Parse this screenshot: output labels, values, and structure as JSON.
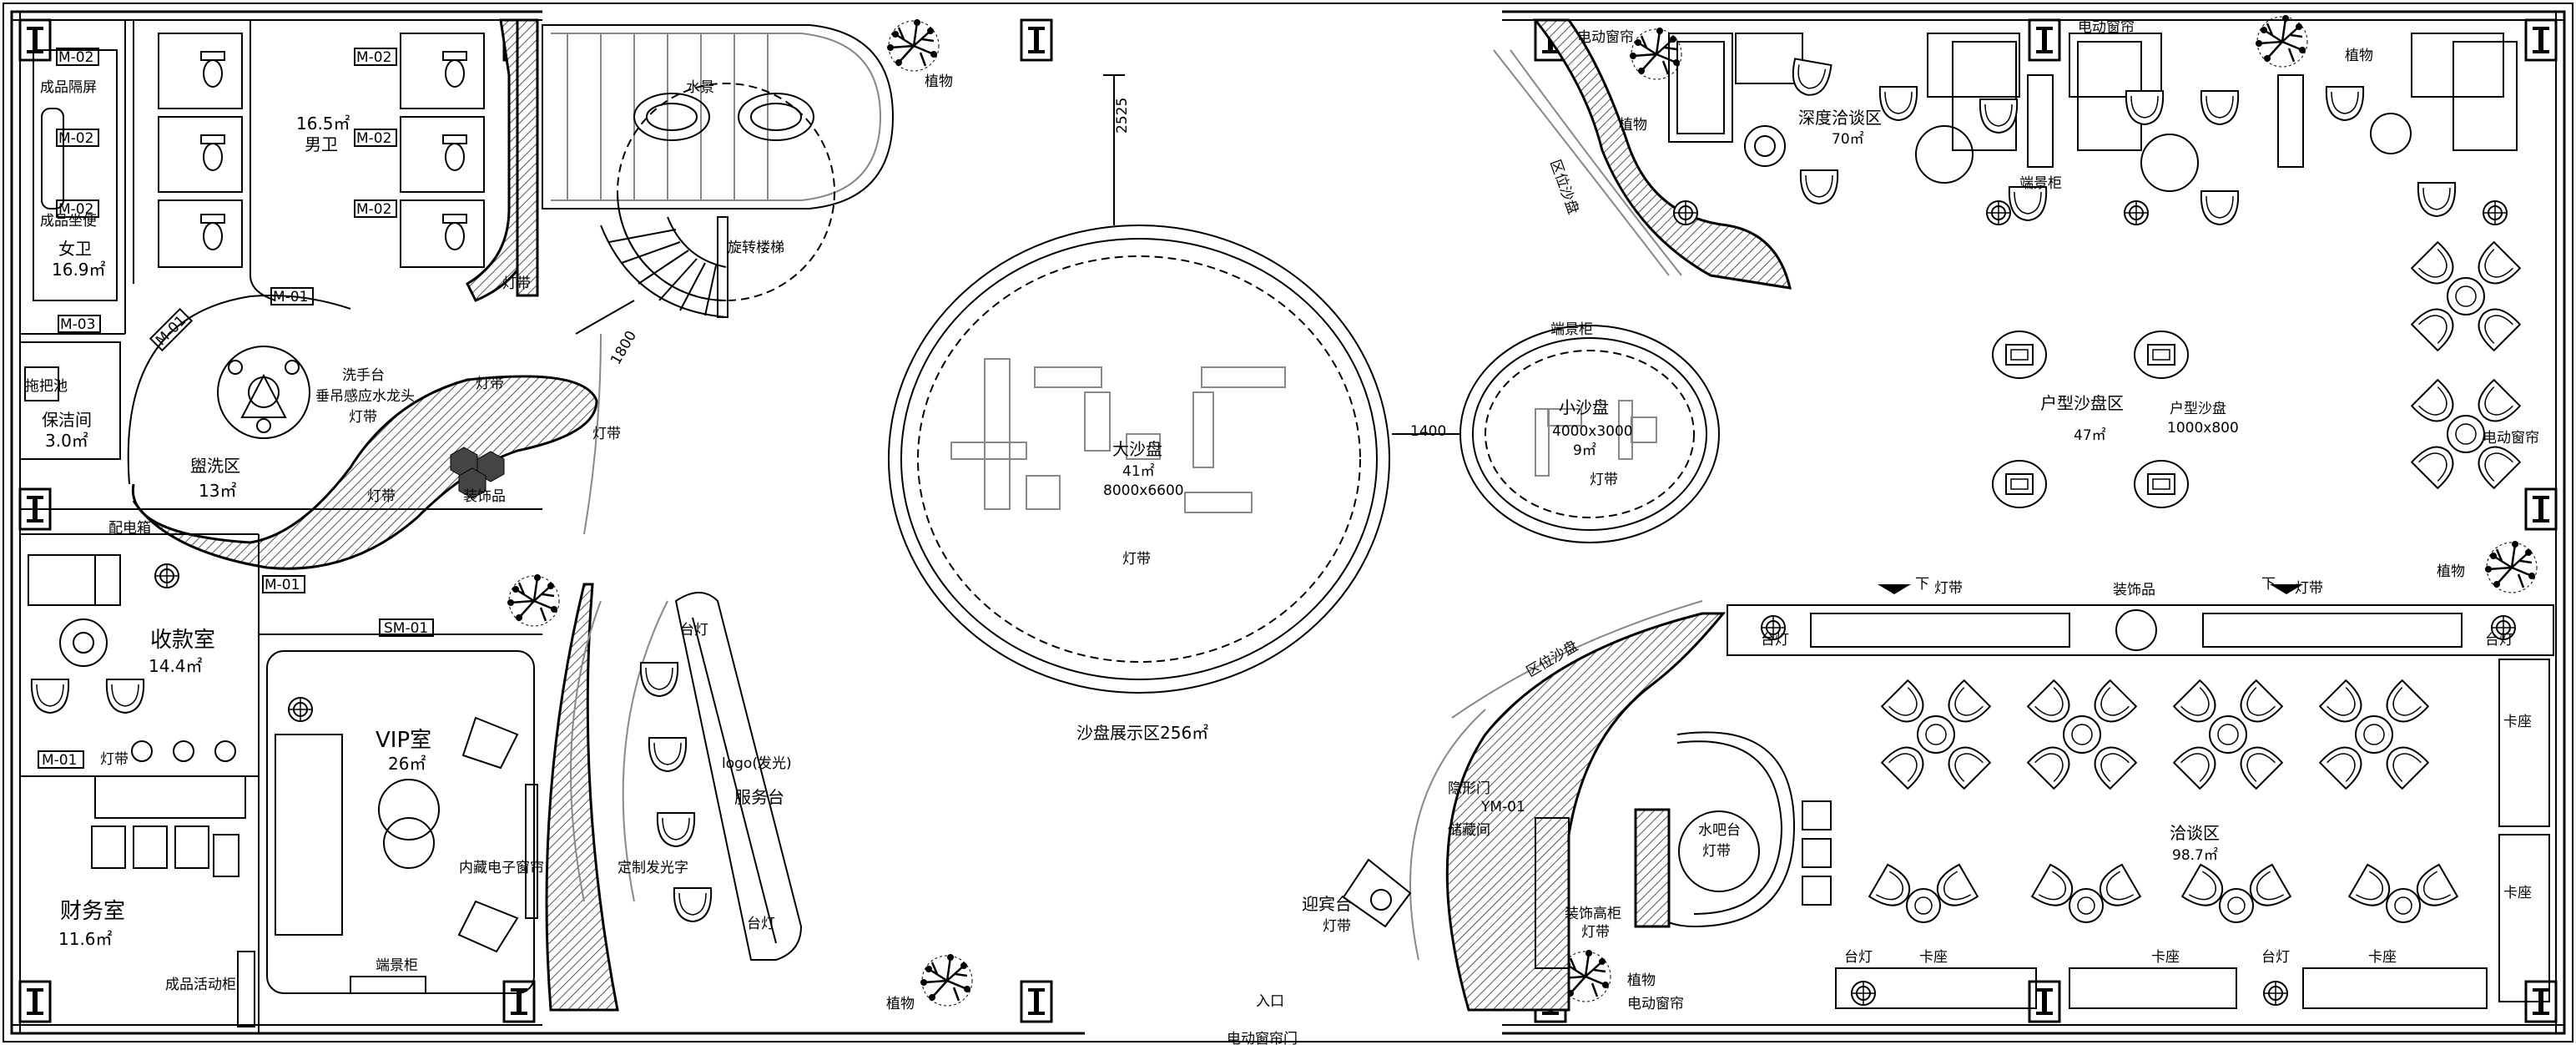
{
  "room_labels": {
    "womens_wc": "女卫",
    "womens_wc_area": "16.9㎡",
    "mens_wc_area": "16.5㎡",
    "mens_wc": "男卫",
    "finished_screen": "成品隔屏",
    "finished_urinal": "成品坐便",
    "cleaning": "保洁间",
    "cleaning_area": "3.0㎡",
    "mop_pool": "拖把池",
    "wash_area": "盥洗区",
    "wash_area_size": "13㎡",
    "wash_basin": "洗手台",
    "wash_desc": "垂吊感应水龙头",
    "waterscape": "水景",
    "spiral_stair": "旋转楼梯",
    "cashier": "收款室",
    "cashier_area": "14.4㎡",
    "vip_room": "VIP室",
    "vip_area": "26㎡",
    "finance": "财务室",
    "finance_area": "11.6㎡",
    "finished_movable": "成品活动柜",
    "hidden_tv": "内藏电子窗帘",
    "display_cabinet": "端景柜",
    "custom_logo_text": "定制发光字",
    "logo_service": "logo(发光)",
    "service_desk": "服务台",
    "big_sand_table": "大沙盘",
    "big_sand_area": "41㎡",
    "big_sand_size": "8000x6600",
    "small_sand_table": "小沙盘",
    "small_sand_size": "4000x3000",
    "small_sand_area": "9㎡",
    "sand_zone": "沙盘展示区256㎡",
    "dim_2525": "2525",
    "dim_1400": "1400",
    "dim_1800": "1800",
    "deep_talk": "深度洽谈区",
    "deep_talk_area": "70㎡",
    "house_sand": "户型沙盘区",
    "house_sand_area": "47㎡",
    "house_sand_item": "户型沙盘",
    "house_sand_size": "1000x800",
    "negotiation": "洽谈区",
    "negotiation_area": "98.7㎡",
    "water_bar": "水吧台",
    "storage": "储藏间",
    "hidden_door": "隐形门",
    "hidden_door_tag": "YM-01",
    "reception": "迎宾台",
    "decor_high_cabinet": "装饰高柜",
    "entrance": "入口",
    "electric_curtain": "电动窗帘",
    "electric_door": "电动窗帘门",
    "zone_sofa": "区位沙盘",
    "booth": "卡座",
    "table_lamp": "台灯",
    "light_strip": "灯带",
    "plant": "植物",
    "decor_item": "装饰品",
    "down": "下",
    "dist_box": "配电箱"
  },
  "door_tags": [
    "M-02",
    "M-02",
    "M-02",
    "M-02",
    "M-02",
    "M-02",
    "M-01",
    "M-01",
    "M-03",
    "M-01",
    "SM-01",
    "M-01"
  ],
  "colors": {
    "line": "#000000",
    "hatch": "#555555",
    "light_line": "#888888"
  }
}
